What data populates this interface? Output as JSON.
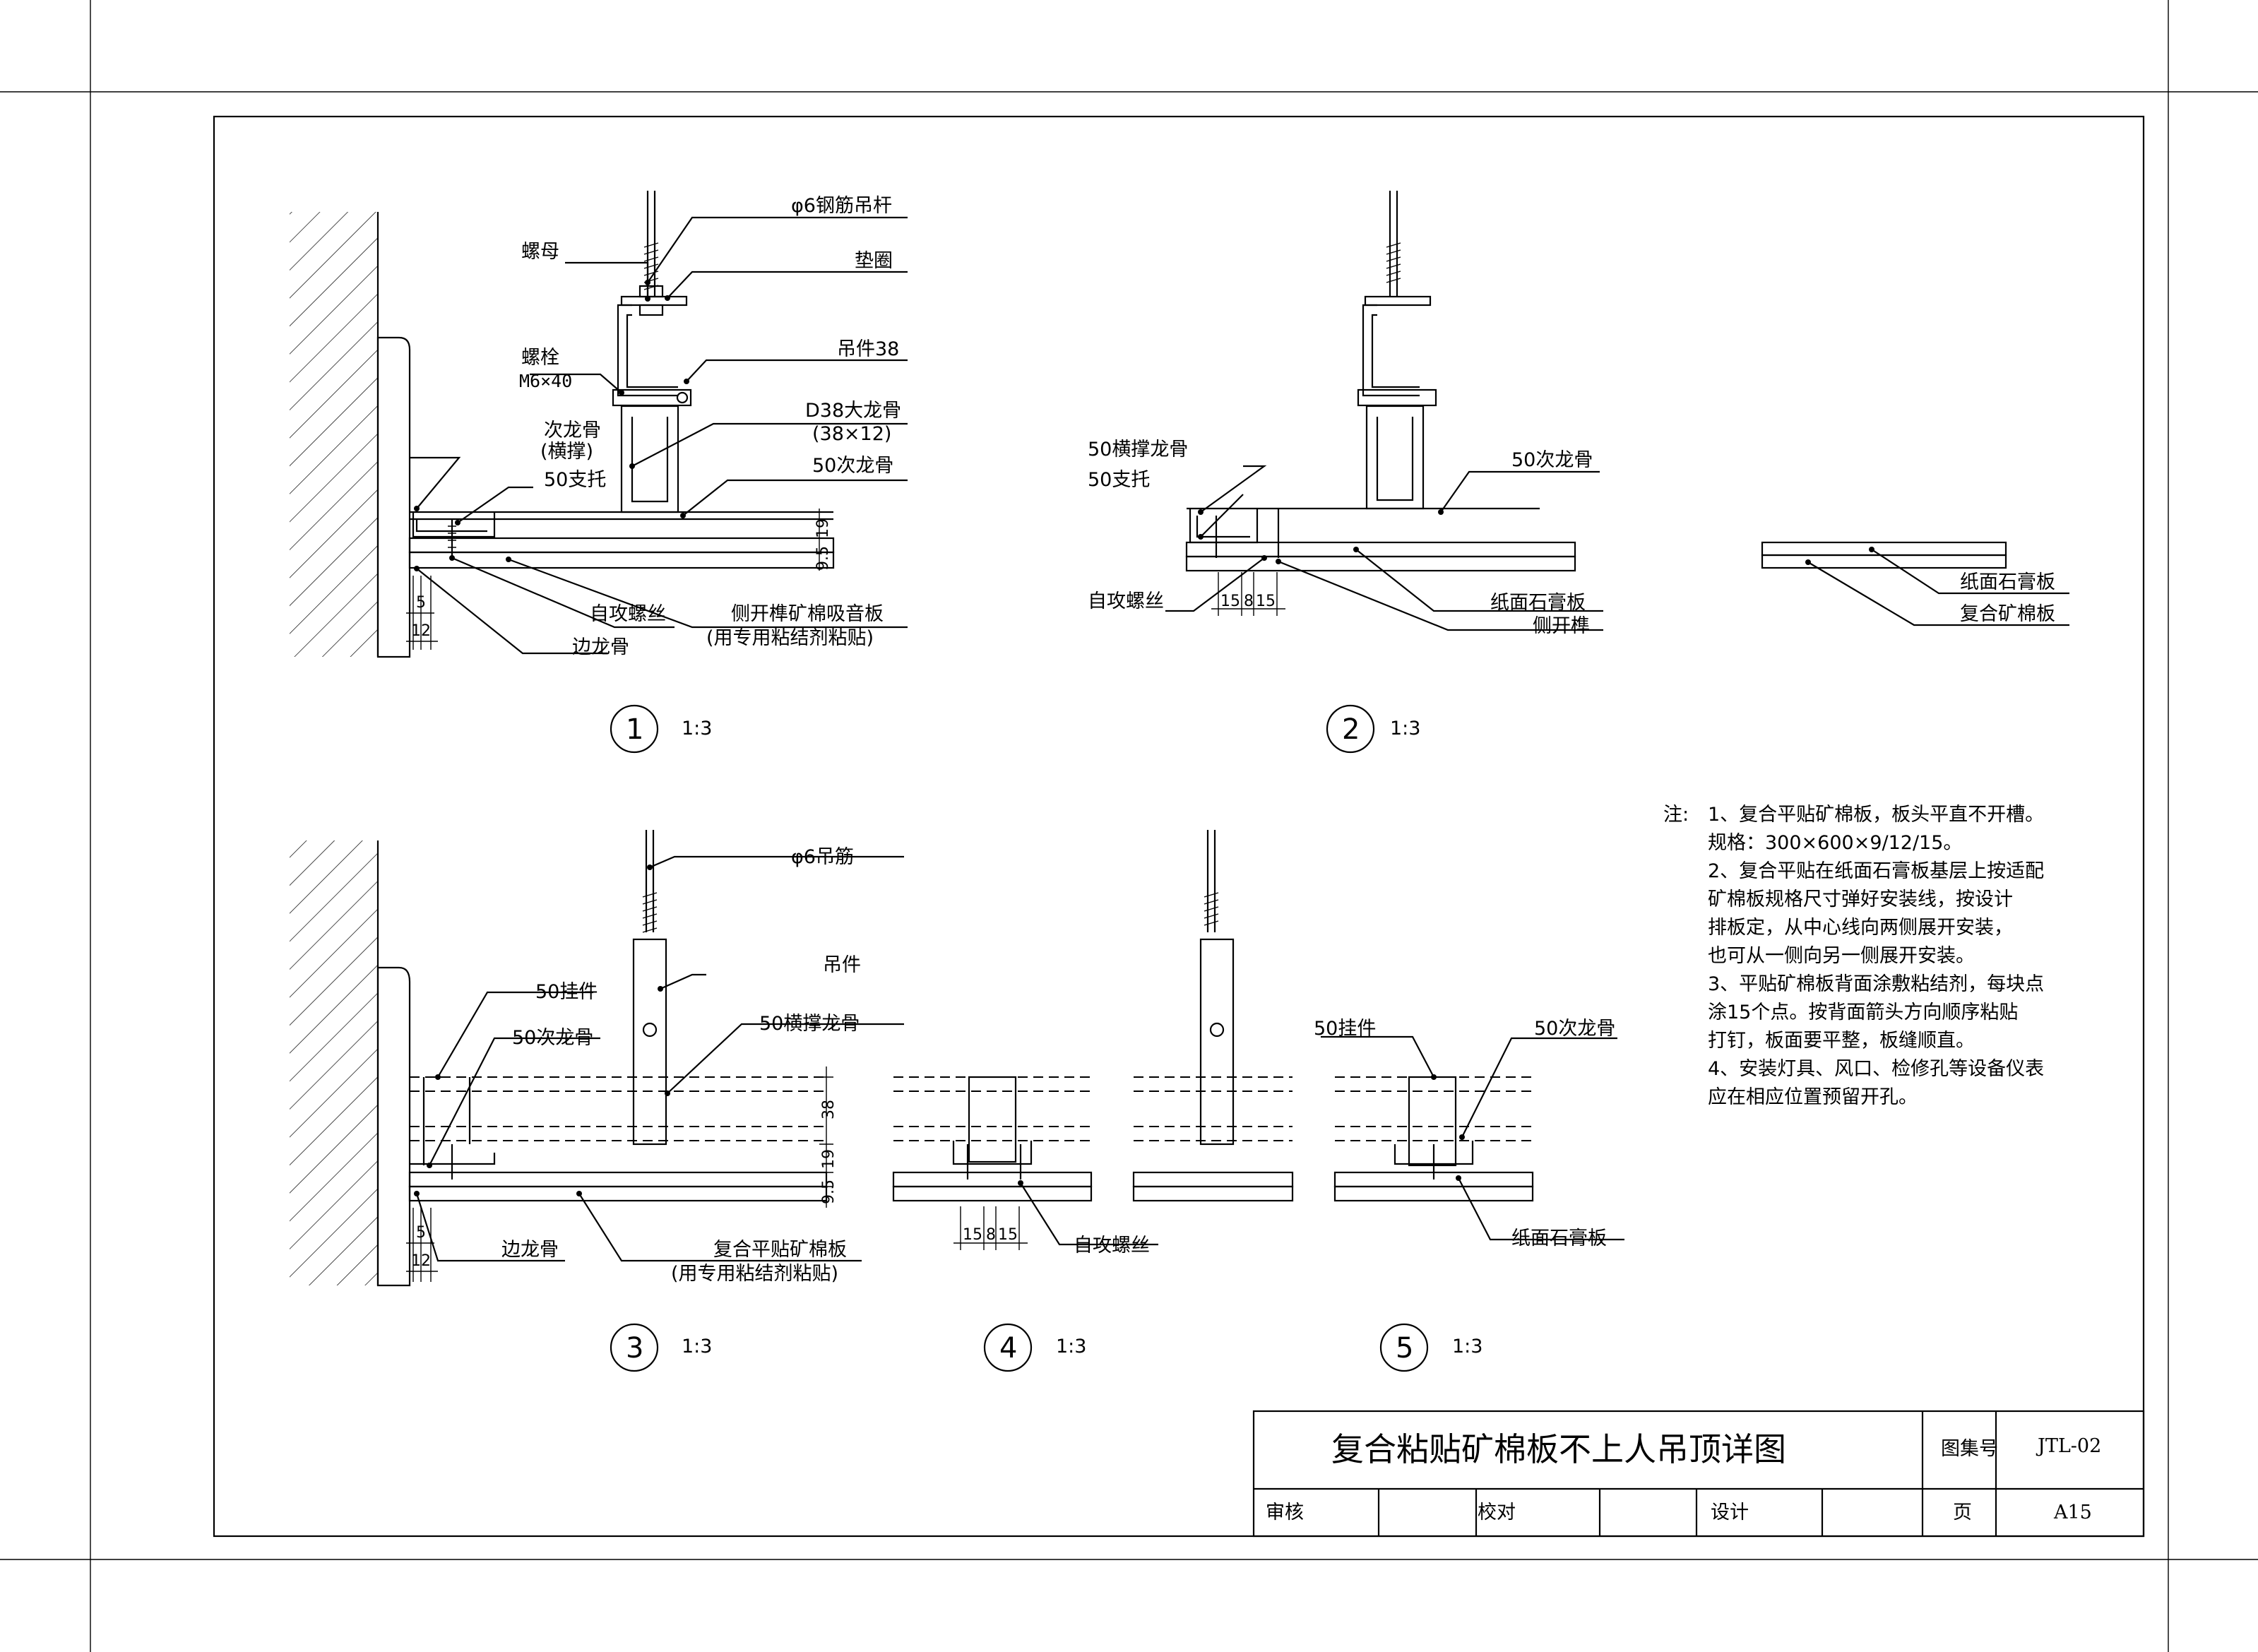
{
  "title_block": {
    "title": "复合粘贴矿棉板不上人吊顶详图",
    "atlas_label": "图集号",
    "atlas_no": "JTL-02",
    "review_label": "审核",
    "check_label": "校对",
    "design_label": "设计",
    "page_label": "页",
    "page_no": "A15"
  },
  "details": [
    {
      "no": "1",
      "scale": "1:3"
    },
    {
      "no": "2",
      "scale": "1:3"
    },
    {
      "no": "3",
      "scale": "1:3"
    },
    {
      "no": "4",
      "scale": "1:3"
    },
    {
      "no": "5",
      "scale": "1:3"
    }
  ],
  "d1": {
    "rod": "φ6钢筋吊杆",
    "nut": "螺母",
    "washer": "垫圈",
    "bolt": "螺栓",
    "bolt_spec": "M6×40",
    "hanger": "吊件38",
    "main_keel": "D38大龙骨",
    "main_keel_spec": "(38×12)",
    "sub_keel_cross": "次龙骨",
    "sub_keel_cross_2": "(横撑)",
    "bracket": "50支托",
    "sub_keel": "50次龙骨",
    "screw": "自攻螺丝",
    "side_board": "侧开榫矿棉吸音板",
    "side_board_2": "(用专用粘结剂粘贴)",
    "edge_keel": "边龙骨",
    "dim_19": "19",
    "dim_95": "9.5",
    "dim_5": "5",
    "dim_12": "12"
  },
  "d2": {
    "cross_keel": "50横撑龙骨",
    "bracket": "50支托",
    "sub_keel": "50次龙骨",
    "screw": "自攻螺丝",
    "gypsum": "纸面石膏板",
    "tenon": "侧开榫",
    "dims": [
      "15",
      "8",
      "15"
    ]
  },
  "d2b": {
    "gypsum": "纸面石膏板",
    "mineral": "复合矿棉板"
  },
  "d3": {
    "rod": "φ6吊筋",
    "hanger": "吊件",
    "hook": "50挂件",
    "sub_keel": "50次龙骨",
    "cross_keel": "50横撑龙骨",
    "edge_keel": "边龙骨",
    "board": "复合平贴矿棉板",
    "board_2": "(用专用粘结剂粘贴)",
    "dim_38": "38",
    "dim_19": "19",
    "dim_95": "9.5",
    "dim_5": "5",
    "dim_12": "12"
  },
  "d4": {
    "screw": "自攻螺丝",
    "dims": [
      "15",
      "8",
      "15"
    ]
  },
  "d5": {
    "hook": "50挂件",
    "sub_keel": "50次龙骨",
    "gypsum": "纸面石膏板"
  },
  "notes": {
    "prefix": "注:",
    "lines": [
      "1、复合平贴矿棉板，板头平直不开槽。",
      "   规格：300×600×9/12/15。",
      "2、复合平贴在纸面石膏板基层上按适配",
      "   矿棉板规格尺寸弹好安装线，按设计",
      "   排板定，从中心线向两侧展开安装，",
      "   也可从一侧向另一侧展开安装。",
      "3、平贴矿棉板背面涂敷粘结剂，每块点",
      "   涂15个点。按背面箭头方向顺序粘贴",
      "   打钉，板面要平整，板缝顺直。",
      "4、安装灯具、风口、检修孔等设备仪表",
      "   应在相应位置预留开孔。"
    ]
  }
}
